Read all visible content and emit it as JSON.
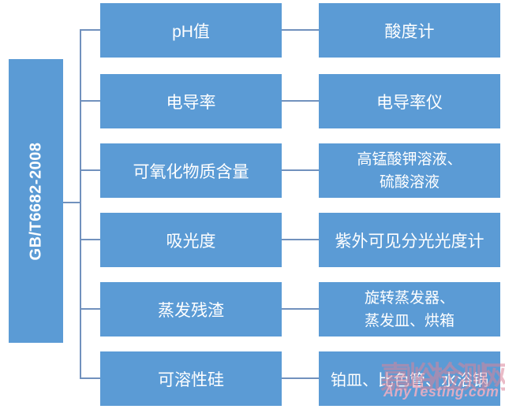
{
  "diagram": {
    "type": "hierarchy-flowchart",
    "root": {
      "label": "GB/T6682-2008"
    },
    "rows": [
      {
        "parameter": "pH值",
        "instrument_lines": [
          "酸度计"
        ]
      },
      {
        "parameter": "电导率",
        "instrument_lines": [
          "电导率仪"
        ]
      },
      {
        "parameter": "可氧化物质含量",
        "instrument_lines": [
          "高锰酸钾溶液、",
          "硫酸溶液"
        ]
      },
      {
        "parameter": "吸光度",
        "instrument_lines": [
          "紫外可见分光光度计"
        ]
      },
      {
        "parameter": "蒸发残渣",
        "instrument_lines": [
          "旋转蒸发器、",
          "蒸发皿、烘箱"
        ]
      },
      {
        "parameter": "可溶性硅",
        "instrument_lines": [
          "铂皿、比色管、水浴锅"
        ]
      }
    ]
  },
  "watermark": {
    "site_name": "嘉峪检测网",
    "site_url": "AnyTesting.com"
  },
  "colors": {
    "box_fill": "#5B9BD5",
    "connector": "#7191BD",
    "node_text": "#FFFFFF",
    "watermark_cn": "#D9849A",
    "watermark_en": "#F2AFC2"
  }
}
